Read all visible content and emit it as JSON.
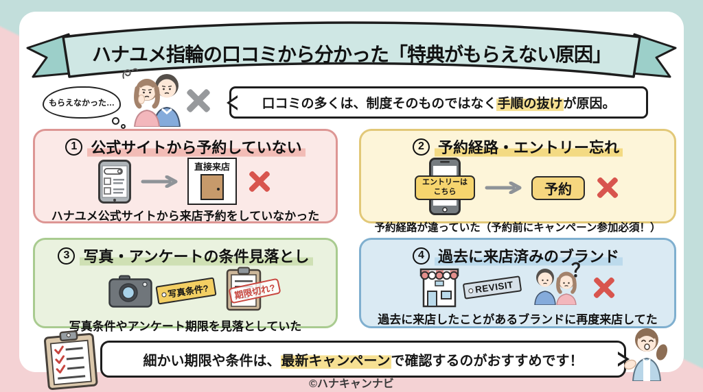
{
  "banner": {
    "title": "ハナユメ指輪の口コミから分かった「特典がもらえない原因」"
  },
  "intro": {
    "thought": "もらえなかった…",
    "msg_pre": "口コミの多くは、制度そのものではなく",
    "msg_highlight": "手順の抜け",
    "msg_post": "が原因。"
  },
  "causes": [
    {
      "num": "1",
      "title": "公式サイトから予約していない",
      "door_label": "直接来店",
      "caption": "ハナユメ公式サイトから来店予約をしていなかった"
    },
    {
      "num": "2",
      "title": "予約経路・エントリー忘れ",
      "banner_line1": "エントリーは",
      "banner_line2": "こちら",
      "button_label": "予約",
      "caption": "予約経路が違っていた（予約前にキャンペーン参加必須！）"
    },
    {
      "num": "3",
      "title": "写真・アンケートの条件見落とし",
      "tag_label": "写真条件?",
      "stamp_label": "期限切れ?",
      "caption": "写真条件やアンケート期限を見落としていた"
    },
    {
      "num": "4",
      "title": "過去に来店済みのブランド",
      "tag_label": "REVISIT",
      "question": "？",
      "caption": "過去に来店したことがあるブランドに再度来店してた"
    }
  ],
  "footer": {
    "msg_pre": "細かい期限や条件は、",
    "msg_highlight": "最新キャンペーン",
    "msg_post": "で確認するのがおすすめです！",
    "copyright": "©ハナキャンナビ"
  },
  "colors": {
    "bg_teal": "#c2dedb",
    "bg_pink": "#f4d2d4",
    "banner_fill": "#cfe7e4",
    "banner_tail": "#9ccfc9",
    "cause1_fill": "#fbe9e7",
    "cause1_border": "#dd9694",
    "cause2_fill": "#fdf5d9",
    "cause2_border": "#e2c878",
    "cause3_fill": "#eaf2df",
    "cause3_border": "#a9cb90",
    "cause4_fill": "#daeaf3",
    "cause4_border": "#7fafcf",
    "highlight_yellow": "#f6e093",
    "x_red": "#d8554e",
    "x_gray": "#97999c"
  }
}
